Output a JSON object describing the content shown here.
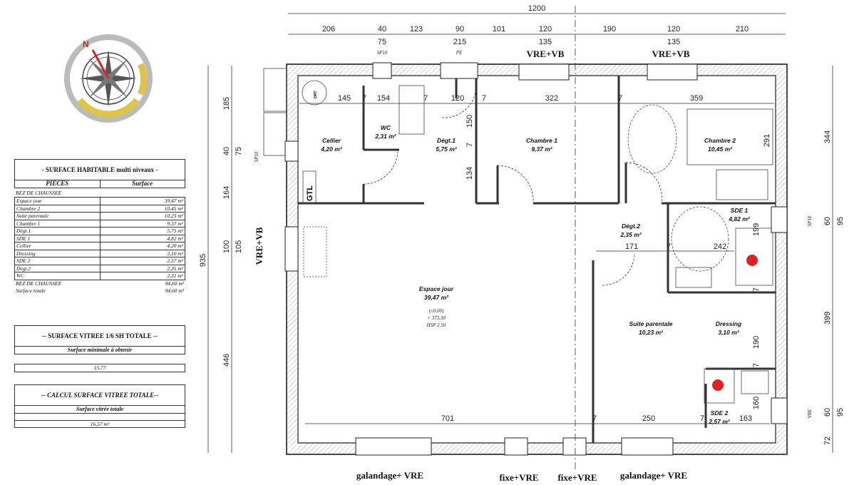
{
  "surface_table": {
    "title": "- SURFACE HABITABLE  multi niveaux -",
    "col_pieces": "PIECES",
    "col_surface": "Surface",
    "level": "REZ DE CHAUSSEE",
    "rows": [
      {
        "piece": "Espace jour",
        "surface": "39,47 m²"
      },
      {
        "piece": "Chambre 2",
        "surface": "10,45 m²"
      },
      {
        "piece": "Suite parentale",
        "surface": "10,23 m²"
      },
      {
        "piece": "Chambre 1",
        "surface": "9,37 m²"
      },
      {
        "piece": "Dégt.1",
        "surface": "5,75 m²"
      },
      {
        "piece": "SDE 1",
        "surface": "4,82 m²"
      },
      {
        "piece": "Cellier",
        "surface": "4,20 m²"
      },
      {
        "piece": "Dressing",
        "surface": "3,10 m²"
      },
      {
        "piece": "SDE 2",
        "surface": "2,57 m²"
      },
      {
        "piece": "Dégt.2",
        "surface": "2,35 m²"
      },
      {
        "piece": "WC",
        "surface": "2,31 m²"
      }
    ],
    "subtotal_label": "REZ DE CHAUSSEE",
    "subtotal_value": "94,60 m²",
    "total_label": "Surface totale",
    "total_value": "94,60 m²"
  },
  "vitree_min": {
    "title": "-- SURFACE VITREE 1/6 SH TOTALE --",
    "subtitle": "Surface minimale à obtenir",
    "value": "15,77"
  },
  "vitree_calc": {
    "title": "-- CALCUL SURFACE VITREE TOTALE--",
    "subtitle": "Surface vitrée totale",
    "value": "16,57 m²"
  },
  "plan": {
    "top_total": "1200",
    "top_dims": [
      "206",
      "40",
      "123",
      "90",
      "101",
      "120",
      "190",
      "120",
      "210"
    ],
    "top_subdims": [
      "75",
      "215",
      "135",
      "135"
    ],
    "left_total": "935",
    "left_dims": [
      "185",
      "40",
      "164",
      "100",
      "446"
    ],
    "left_subdims": [
      "75",
      "105"
    ],
    "right_dims": [
      "344",
      "60",
      "399",
      "60",
      "72"
    ],
    "right_subdims": [
      "95",
      "95"
    ],
    "inner_dims_top": [
      "145",
      "7",
      "154",
      "7",
      "120",
      "7",
      "322",
      "7",
      "359"
    ],
    "inner_dims_vert": [
      "150",
      "7",
      "134",
      "291",
      "199",
      "190",
      "7",
      "160",
      "7"
    ],
    "inner_dims_mid": [
      "171",
      "7",
      "242"
    ],
    "inner_dims_bottom": [
      "701",
      "7",
      "250",
      "7",
      "163"
    ],
    "openings": {
      "sp10_top": "SP10",
      "pe": "PE",
      "vre_vb_1": "VRE+VB",
      "vre_vb_2": "VRE+VB",
      "sp10_left": "SP10",
      "vre_vb_left": "VRE+VB",
      "sp10_right": "SP10",
      "vre_right": "VRE",
      "bottom_1": "galandage+ VRE",
      "bottom_2": "fixe+VRE",
      "bottom_3": "fixe+VRE",
      "bottom_4": "galandage+ VRE"
    },
    "rooms": [
      {
        "name": "Cellier",
        "area": "4,20 m²"
      },
      {
        "name": "WC",
        "area": "2,31 m²"
      },
      {
        "name": "Dégt.1",
        "area": "5,75 m²"
      },
      {
        "name": "Chambre 1",
        "area": "9,37 m²"
      },
      {
        "name": "Chambre 2",
        "area": "10,45 m²"
      },
      {
        "name": "SDE 1",
        "area": "4,82 m²"
      },
      {
        "name": "Dégt.2",
        "area": "2,35 m²"
      },
      {
        "name": "Espace jour",
        "area": "39,47 m²"
      },
      {
        "name": "Suite parentale",
        "area": "10,23 m²"
      },
      {
        "name": "Dressing",
        "area": "3,10 m²"
      },
      {
        "name": "SDE 2",
        "area": "2,57 m²"
      }
    ],
    "level_info": [
      "(±0.00)",
      "+ 373.30",
      "HSP 2.50"
    ],
    "gtl": "GTL",
    "cellier_equipment": "ORT"
  }
}
